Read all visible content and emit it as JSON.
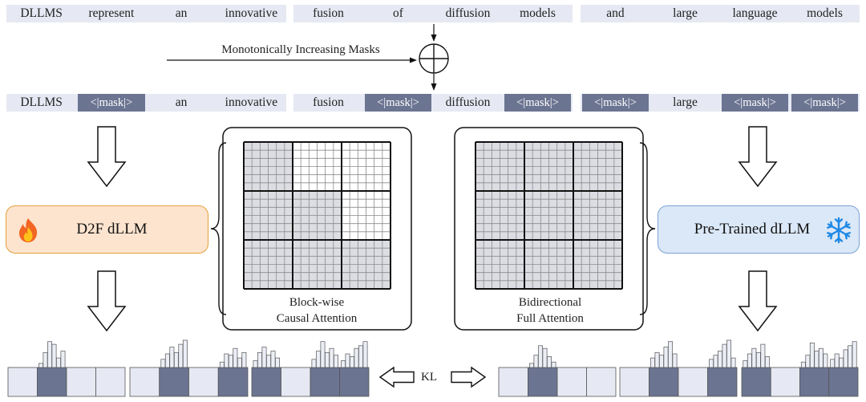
{
  "row1": [
    {
      "text": "DLLMS"
    },
    {
      "text": "represent"
    },
    {
      "text": "an"
    },
    {
      "text": "innovative"
    },
    {
      "text": "fusion"
    },
    {
      "text": "of"
    },
    {
      "text": "diffusion"
    },
    {
      "text": "models"
    },
    {
      "text": "and"
    },
    {
      "text": "large"
    },
    {
      "text": "language"
    },
    {
      "text": "models"
    }
  ],
  "row2": [
    {
      "text": "DLLMS",
      "mask": false
    },
    {
      "text": "<|mask|>",
      "mask": true
    },
    {
      "text": "an",
      "mask": false
    },
    {
      "text": "innovative",
      "mask": false
    },
    {
      "text": "fusion",
      "mask": false
    },
    {
      "text": "<|mask|>",
      "mask": true
    },
    {
      "text": "diffusion",
      "mask": false
    },
    {
      "text": "<|mask|>",
      "mask": true
    },
    {
      "text": "<|mask|>",
      "mask": true
    },
    {
      "text": "large",
      "mask": false
    },
    {
      "text": "<|mask|>",
      "mask": true
    },
    {
      "text": "<|mask|>",
      "mask": true
    }
  ],
  "masks_label": "Monotonically Increasing Masks",
  "student_model": {
    "label": "D2F dLLM",
    "icon": "fire-icon"
  },
  "teacher_model": {
    "label": "Pre-Trained dLLM",
    "icon": "snowflake-icon"
  },
  "attention_left": {
    "line1": "Block-wise",
    "line2": "Causal Attention",
    "type": "block-causal"
  },
  "attention_right": {
    "line1": "Bidirectional",
    "line2": "Full Attention",
    "type": "full"
  },
  "kl_label": "KL",
  "colors": {
    "mask": "#6b7491",
    "token_bg": "#e6e9f3",
    "attend": "#dcdde3",
    "grid_line": "#8a8a8a",
    "d2f_fill": "#fde4cf",
    "d2f_border": "#e2a13c",
    "pt_fill": "#dbe8f7",
    "pt_border": "#7aa3d4"
  },
  "output_left": [
    {
      "masked": false,
      "bars": []
    },
    {
      "masked": true,
      "bars": [
        0.15,
        0.55,
        0.95,
        0.85,
        0.35,
        0.6
      ]
    },
    {
      "masked": false,
      "bars": []
    },
    {
      "masked": false,
      "bars": []
    },
    {
      "masked": false,
      "bars": []
    },
    {
      "masked": true,
      "bars": [
        0.3,
        0.5,
        0.75,
        0.55,
        0.85,
        1.0
      ]
    },
    {
      "masked": false,
      "bars": []
    },
    {
      "masked": true,
      "bars": [
        0.2,
        0.5,
        0.45,
        0.7,
        0.35,
        0.55
      ]
    },
    {
      "masked": true,
      "bars": [
        0.25,
        0.55,
        0.75,
        0.45,
        0.6,
        0.35
      ]
    },
    {
      "masked": false,
      "bars": []
    },
    {
      "masked": true,
      "bars": [
        0.3,
        0.6,
        0.95,
        0.55,
        0.7,
        0.45
      ]
    },
    {
      "masked": true,
      "bars": [
        0.25,
        0.5,
        0.4,
        0.7,
        0.8,
        0.95
      ]
    }
  ],
  "output_right": [
    {
      "masked": false,
      "bars": []
    },
    {
      "masked": true,
      "bars": [
        0.15,
        0.45,
        0.8,
        0.7,
        0.4,
        0.2
      ]
    },
    {
      "masked": false,
      "bars": []
    },
    {
      "masked": false,
      "bars": []
    },
    {
      "masked": false,
      "bars": []
    },
    {
      "masked": true,
      "bars": [
        0.35,
        0.55,
        0.45,
        0.75,
        0.95,
        0.5
      ]
    },
    {
      "masked": false,
      "bars": []
    },
    {
      "masked": true,
      "bars": [
        0.3,
        0.45,
        0.6,
        0.85,
        1.0,
        0.35
      ]
    },
    {
      "masked": true,
      "bars": [
        0.25,
        0.5,
        0.7,
        0.55,
        0.85,
        0.4
      ]
    },
    {
      "masked": false,
      "bars": []
    },
    {
      "masked": true,
      "bars": [
        0.2,
        0.45,
        0.9,
        0.6,
        0.7,
        0.5
      ]
    },
    {
      "masked": true,
      "bars": [
        0.3,
        0.5,
        0.35,
        0.65,
        0.8,
        0.95
      ]
    }
  ]
}
